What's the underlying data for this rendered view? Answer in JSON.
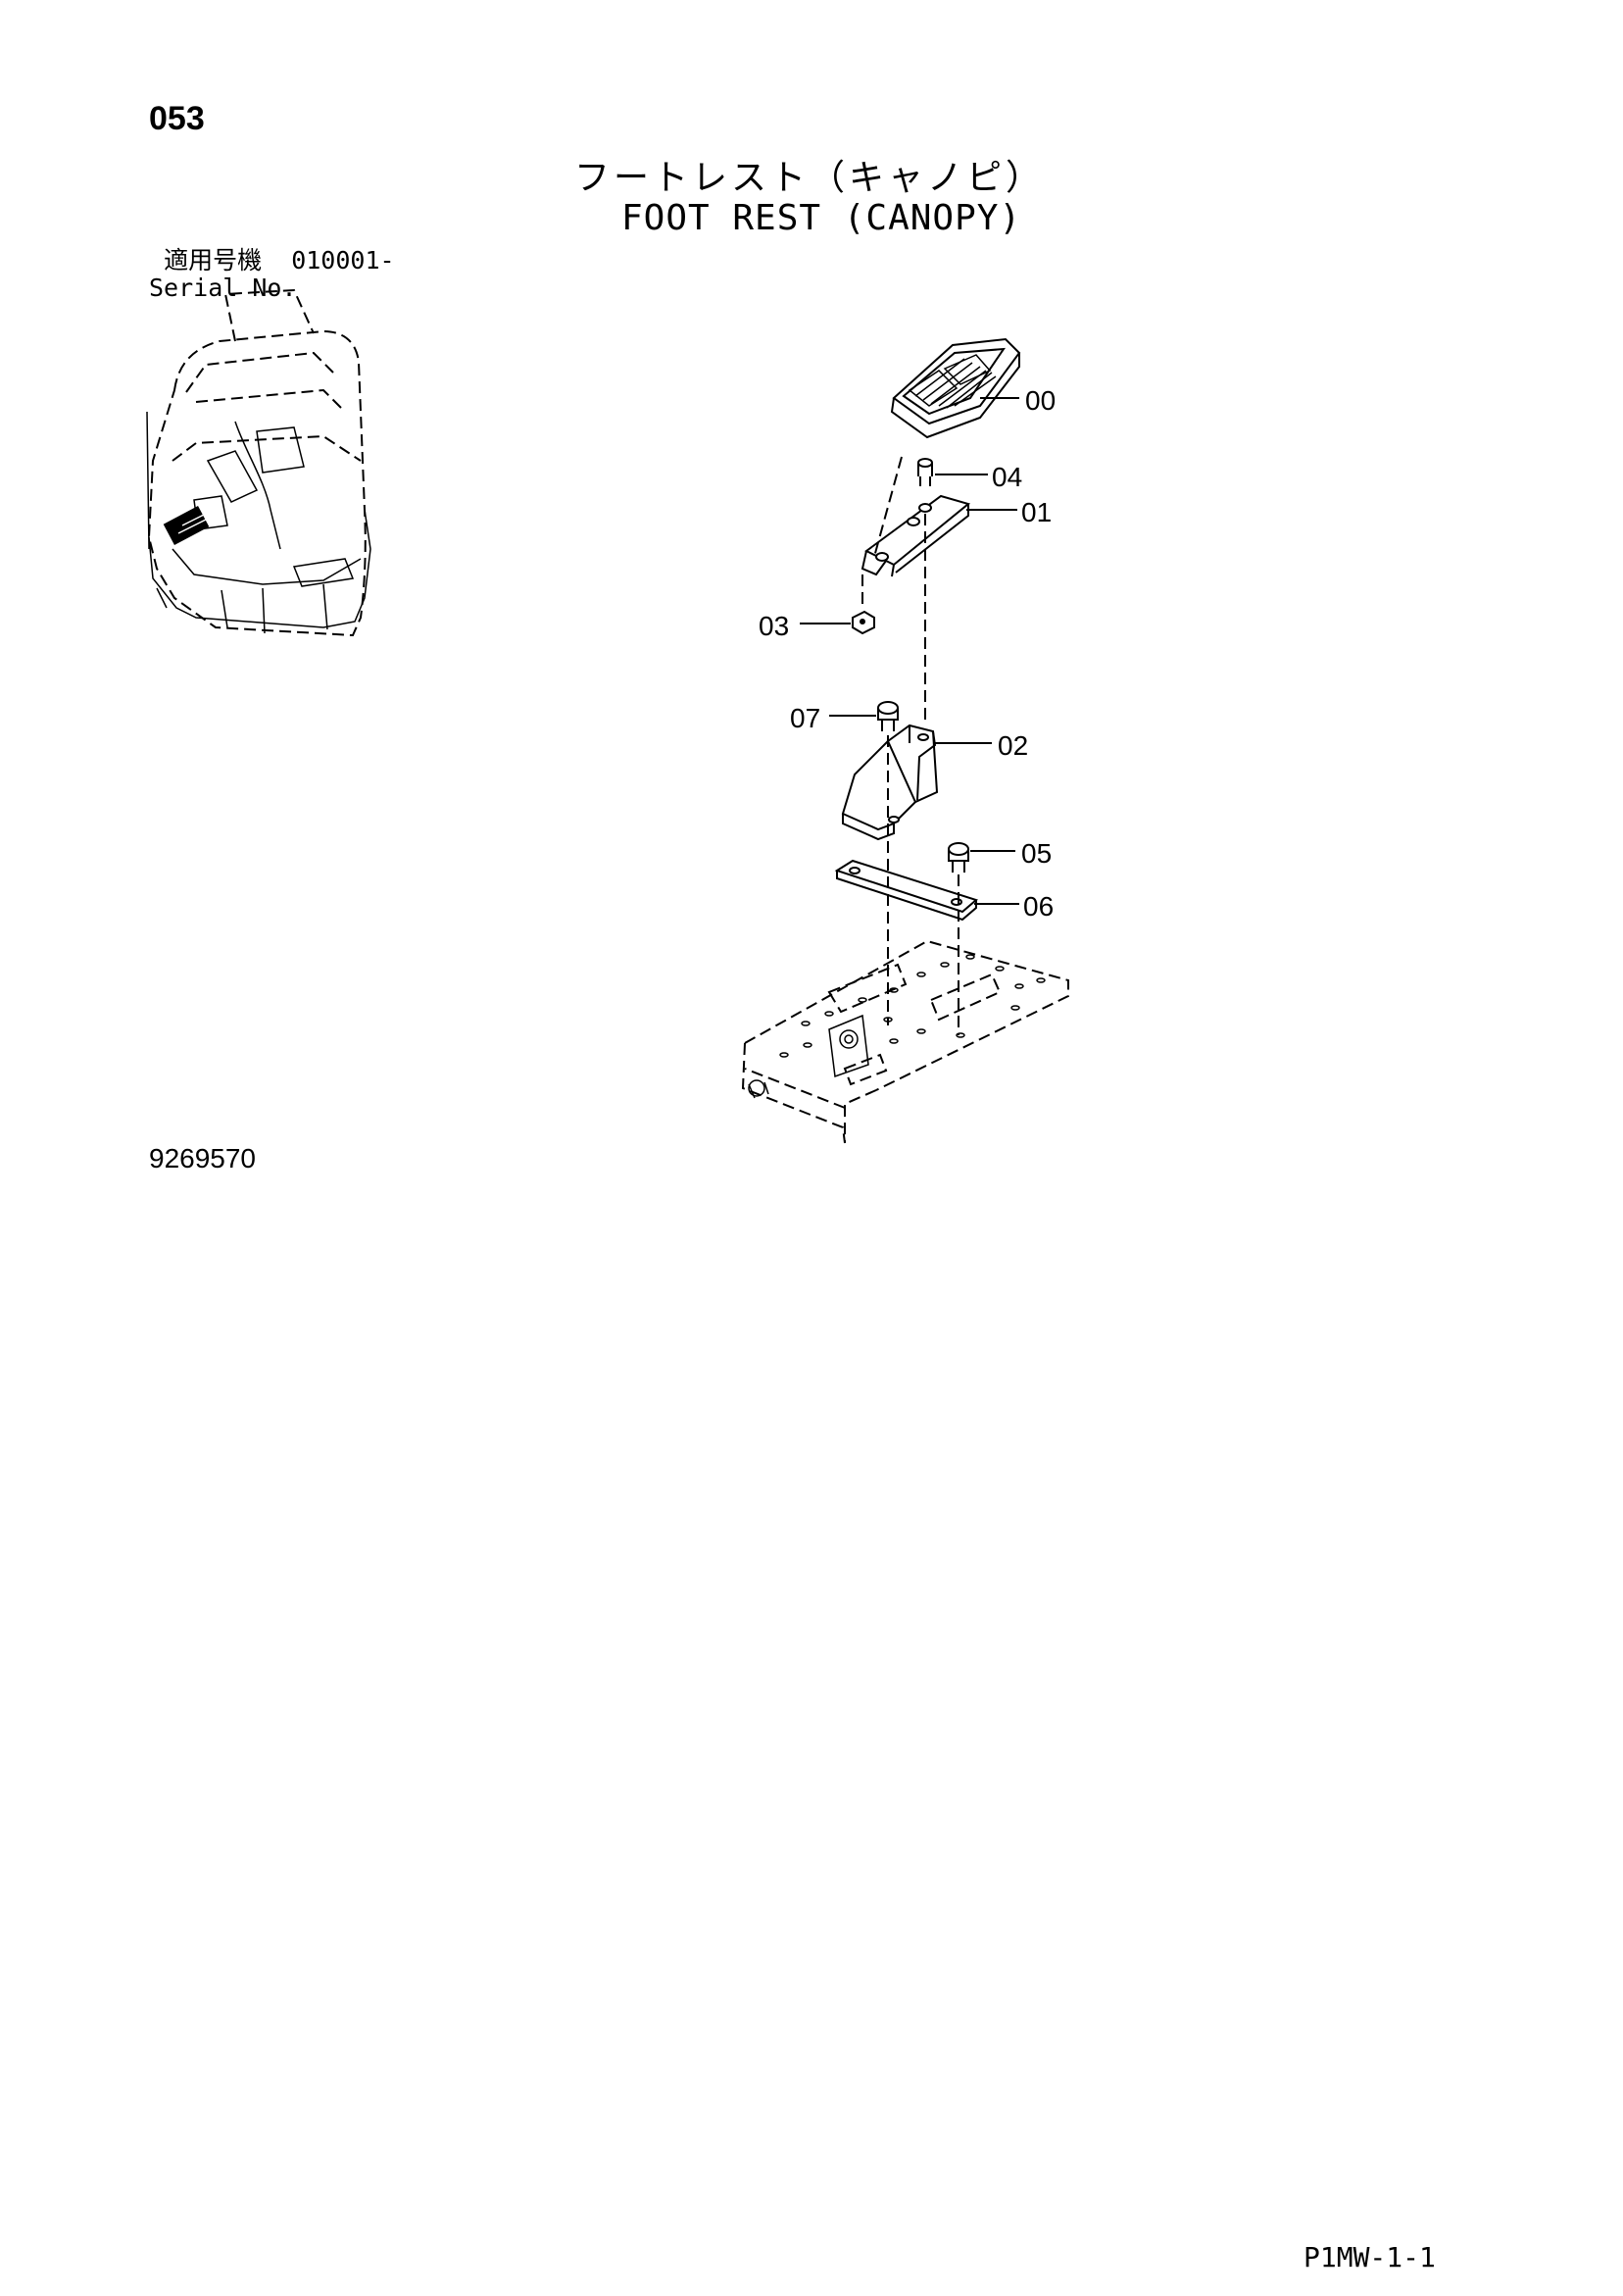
{
  "header": {
    "page_number": "053",
    "title_jp": "フートレスト（キャノピ）",
    "title_en": "FOOT REST (CANOPY)"
  },
  "serial": {
    "label_jp": "適用号機",
    "range": "010001-",
    "label_en": "Serial No."
  },
  "drawing_number": "9269570",
  "page_code": "P1MW-1-1",
  "callouts": {
    "c00": "00",
    "c04": "04",
    "c01": "01",
    "c03": "03",
    "c07": "07",
    "c02": "02",
    "c05": "05",
    "c06": "06"
  }
}
